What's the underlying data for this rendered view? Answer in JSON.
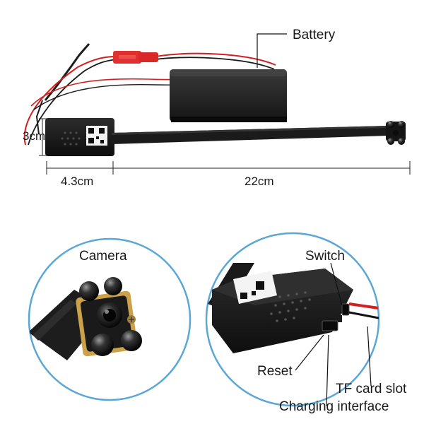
{
  "labels": {
    "battery": "Battery",
    "height_dim": "3cm",
    "width_dim": "4.3cm",
    "cable_length": "22cm",
    "camera": "Camera",
    "switch": "Switch",
    "reset": "Reset",
    "tf_card_slot": "TF card slot",
    "charging_interface": "Charging interface"
  },
  "colors": {
    "wire_red": "#d22020",
    "connector_red": "#e03030",
    "module_black": "#1c1c1c",
    "circle_border": "#5aa7d6"
  }
}
